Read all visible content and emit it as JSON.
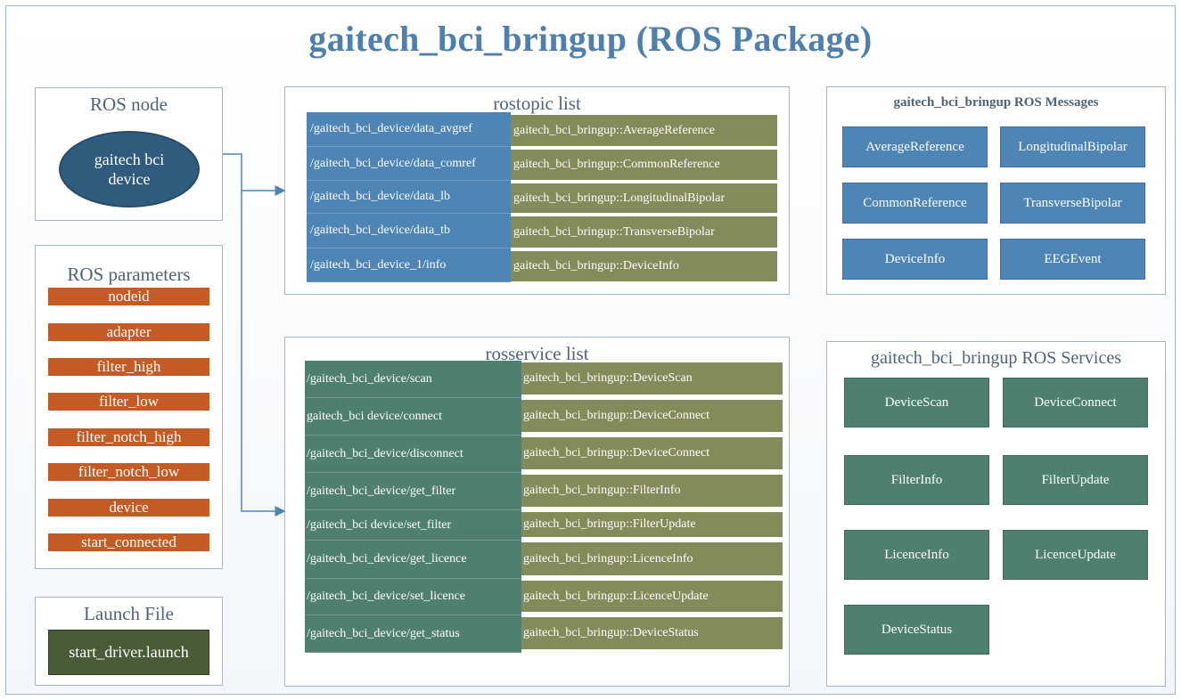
{
  "title": "gaitech_bci_bringup (ROS Package)",
  "ros_node": {
    "heading": "ROS node",
    "node_label": "gaitech bci device"
  },
  "ros_parameters": {
    "heading": "ROS parameters",
    "items": [
      "nodeid",
      "adapter",
      "filter_high",
      "filter_low",
      "filter_notch_high",
      "filter_notch_low",
      "device",
      "start_connected"
    ]
  },
  "launch_file": {
    "heading": "Launch File",
    "file": "start_driver.launch"
  },
  "rostopic_list": {
    "heading": "rostopic list",
    "rows": [
      {
        "topic": "/gaitech_bci_device/data_avgref",
        "type": "gaitech_bci_bringup::AverageReference"
      },
      {
        "topic": "/gaitech_bci_device/data_comref",
        "type": "gaitech_bci_bringup::CommonReference"
      },
      {
        "topic": "/gaitech_bci_device/data_lb",
        "type": "gaitech_bci_bringup::LongitudinalBipolar"
      },
      {
        "topic": "/gaitech_bci_device/data_tb",
        "type": "gaitech_bci_bringup::TransverseBipolar"
      },
      {
        "topic": "/gaitech_bci_device_1/info",
        "type": "gaitech_bci_bringup::DeviceInfo"
      }
    ]
  },
  "rosservice_list": {
    "heading": "rosservice list",
    "rows": [
      {
        "service": "/gaitech_bci_device/scan",
        "type": "gaitech_bci_bringup::DeviceScan"
      },
      {
        "service": "gaitech_bci device/connect",
        "type": "gaitech_bci_bringup::DeviceConnect"
      },
      {
        "service": "/gaitech_bci_device/disconnect",
        "type": "gaitech_bci_bringup::DeviceConnect"
      },
      {
        "service": "/gaitech_bci_device/get_filter",
        "type": "gaitech_bci_bringup::FilterInfo"
      },
      {
        "service": "/gaitech_bci device/set_filter",
        "type": "gaitech_bci_bringup::FilterUpdate"
      },
      {
        "service": "/gaitech_bci_device/get_licence",
        "type": "gaitech_bci_bringup::LicenceInfo"
      },
      {
        "service": "/gaitech_bci_device/set_licence",
        "type": "gaitech_bci_bringup::LicenceUpdate"
      },
      {
        "service": "/gaitech_bci_device/get_status",
        "type": "gaitech_bci_bringup::DeviceStatus"
      }
    ]
  },
  "messages": {
    "heading": "gaitech_bci_bringup ROS Messages",
    "items": [
      "AverageReference",
      "LongitudinalBipolar",
      "CommonReference",
      "TransverseBipolar",
      "DeviceInfo",
      "EEGEvent"
    ]
  },
  "services": {
    "heading": "gaitech_bci_bringup ROS Services",
    "items": [
      "DeviceScan",
      "DeviceConnect",
      "FilterInfo",
      "FilterUpdate",
      "LicenceInfo",
      "LicenceUpdate",
      "DeviceStatus"
    ]
  },
  "colors": {
    "title": "#4f7fad",
    "topic_blue": "#4f85b5",
    "type_olive": "#848a5a",
    "service_green": "#4f7f6f",
    "param_orange": "#c45b24",
    "launch_green": "#4a5b37",
    "node_navy": "#2f5c7d",
    "arrow": "#4f85b5"
  }
}
